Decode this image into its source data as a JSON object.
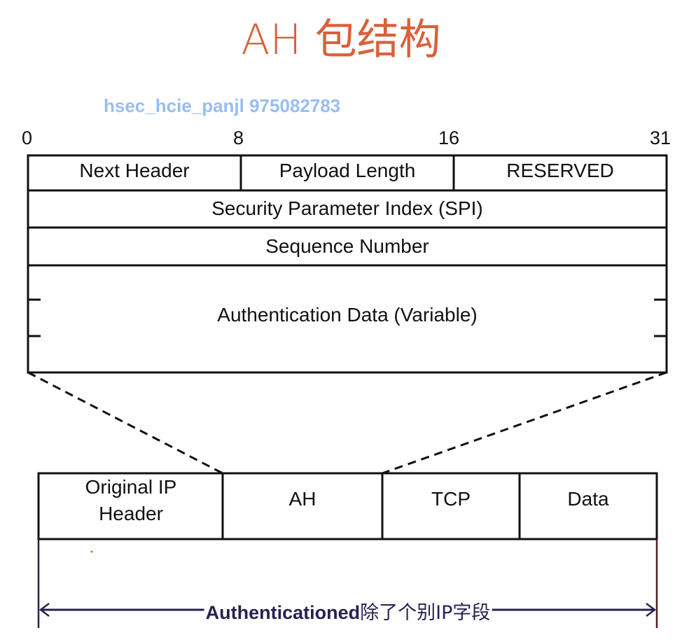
{
  "title": "AH 包结构",
  "watermark": "hsec_hcie_panjl 975082783",
  "bit_positions": [
    "0",
    "8",
    "16",
    "31"
  ],
  "ah_header": {
    "row1": [
      "Next Header",
      "Payload Length",
      "RESERVED"
    ],
    "row2": "Security Parameter Index (SPI)",
    "row3": "Sequence Number",
    "row4": "Authentication Data (Variable)"
  },
  "packet": {
    "original_ip_line1": "Original IP",
    "original_ip_line2": "Header",
    "ah": "AH",
    "tcp": "TCP",
    "data": "Data"
  },
  "auth_label_en": "Authenticationed",
  "auth_label_cn": "除了个别IP字段",
  "colors": {
    "title": "#d9603b",
    "arrow": "#2a2150",
    "watermark": "#8fb6f2"
  }
}
